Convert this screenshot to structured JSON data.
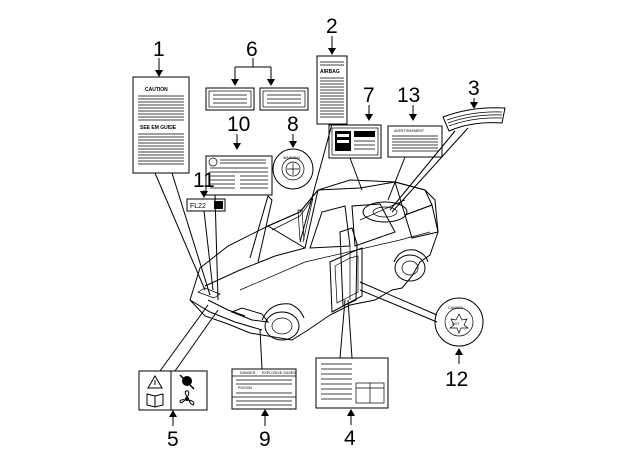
{
  "callouts": [
    "1",
    "2",
    "3",
    "4",
    "5",
    "6",
    "7",
    "8",
    "9",
    "10",
    "11",
    "12",
    "13"
  ],
  "labels": {
    "caution_title": "CAUTION",
    "caution_sub": "SEE EM GUIDE",
    "airbag_title": "AIRBAG",
    "avertissement_title": "AVERTISSEMENT",
    "warning_ring": "WARNING",
    "fuel_code": "FL22",
    "canada_top": "CANADA",
    "canada_center": "DOT",
    "danger_title": "DANGER",
    "danger_sub": "EXPLOSIVE GASES",
    "poison_title": "POISON"
  }
}
